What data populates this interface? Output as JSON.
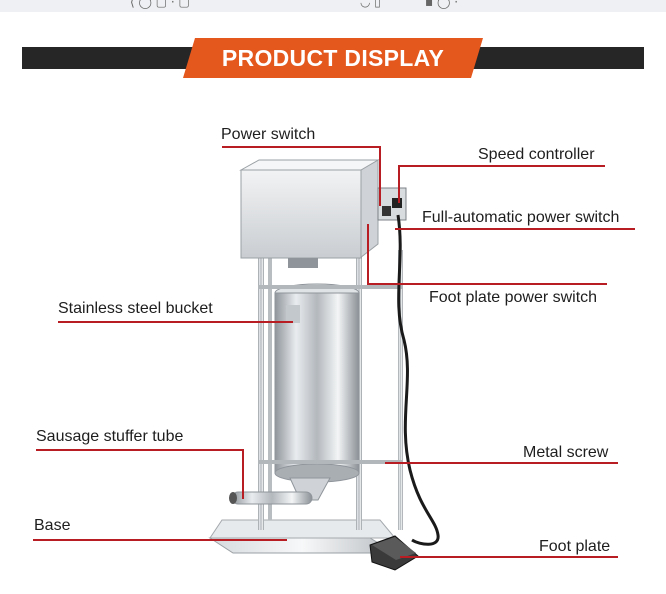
{
  "banner": {
    "title": "PRODUCT DISPLAY"
  },
  "labels": {
    "power_switch": "Power switch",
    "speed_controller": "Speed controller",
    "full_auto_switch": "Full-automatic power switch",
    "stainless_bucket": "Stainless steel bucket",
    "foot_plate_switch": "Foot plate power switch",
    "stuffer_tube": "Sausage stuffer tube",
    "metal_screw": "Metal screw",
    "base": "Base",
    "foot_plate": "Foot plate"
  },
  "colors": {
    "accent": "#e4571d",
    "banner_bar": "#262626",
    "callout_line": "#b91d24"
  }
}
